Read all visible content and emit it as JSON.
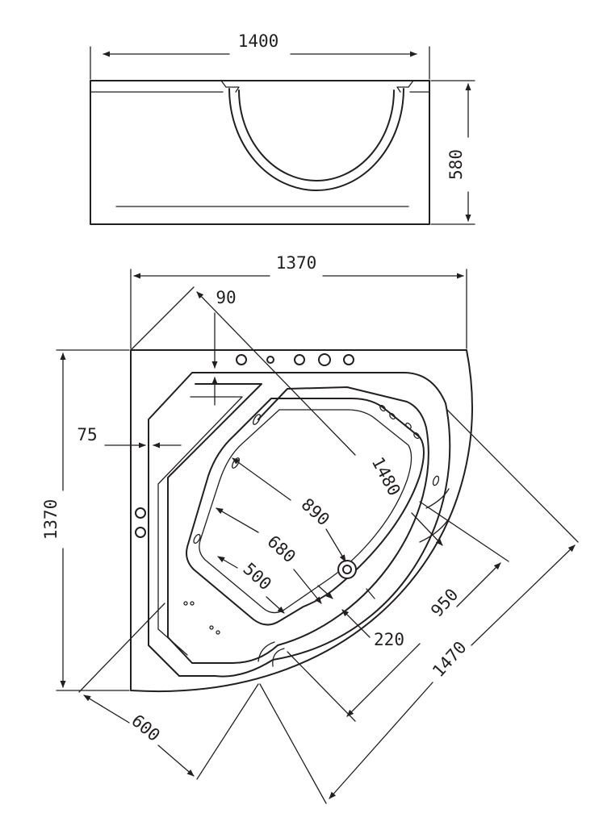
{
  "drawing": {
    "front_view": {
      "width_label": "1400",
      "height_label": "580"
    },
    "plan_view": {
      "width_label": "1370",
      "height_label": "1370",
      "dims": {
        "d90": "90",
        "d75": "75",
        "d1480": "1480",
        "d890": "890",
        "d680": "680",
        "d500": "500",
        "d220": "220",
        "d950": "950",
        "d1470": "1470",
        "d600": "600"
      }
    }
  }
}
